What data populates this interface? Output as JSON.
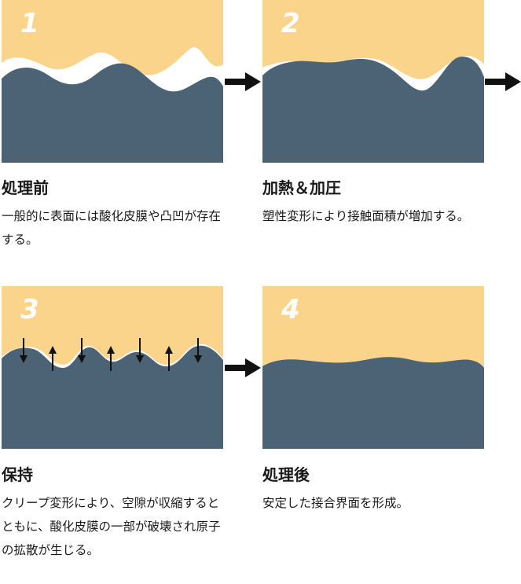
{
  "steps": [
    {
      "number": "1",
      "title": "処理前",
      "description": "一般的に表面には酸化皮膜や凸凹が存在する。"
    },
    {
      "number": "2",
      "title": "加熱＆加圧",
      "description": "塑性変形により接触面積が増加する。"
    },
    {
      "number": "3",
      "title": "保持",
      "description": "クリープ変形により、空隙が収縮するとともに、酸化皮膜の一部が破壊され原子の拡散が生じる。"
    },
    {
      "number": "4",
      "title": "処理後",
      "description": "安定した接合界面を形成。"
    }
  ],
  "colors": {
    "upper_material": "#fbd48c",
    "lower_material": "#4c6275",
    "gap": "#ffffff",
    "arrow": "#111111"
  }
}
